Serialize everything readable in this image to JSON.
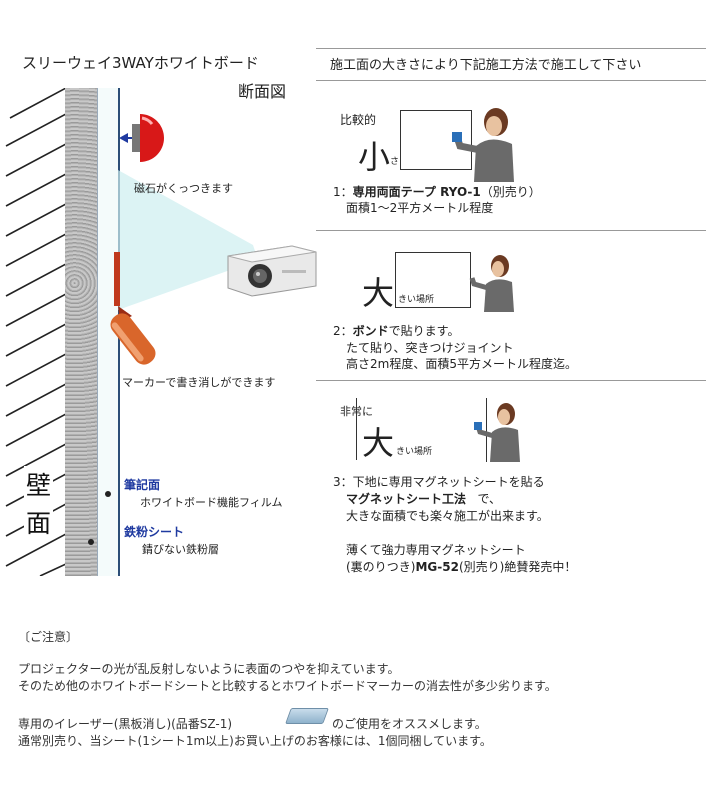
{
  "left": {
    "title": "スリーウェイ3WAYホワイトボード",
    "subtitle": "断面図",
    "magnet_label": "磁石がくっつきます",
    "marker_label": "マーカーで書き消しができます",
    "wall_char1": "壁",
    "wall_char2": "面",
    "film_title": "筆記面",
    "film_desc": "ホワイトボード機能フィルム",
    "iron_title": "鉄粉シート",
    "iron_desc": "錆びない鉄粉層"
  },
  "right": {
    "header": "施工面の大きさにより下記施工方法で施工して下さい",
    "method1": {
      "size_prefix": "比較的",
      "size_char": "小",
      "place": "さい場所",
      "line1_num": "1：",
      "line1_bold": "専用両面テープ RYO-1",
      "line1_rest": "（別売り）",
      "line2": "面積1～2平方メートル程度"
    },
    "method2": {
      "size_char": "大",
      "place": "きい場所",
      "line1_num": "2：",
      "line1_bold": "ボンド",
      "line1_rest": "で貼ります。",
      "line2": "たて貼り、突きつけジョイント",
      "line3": "高さ2m程度、面積5平方メートル程度迄。"
    },
    "method3": {
      "size_prefix": "非常に",
      "size_char": "大",
      "place": "きい場所",
      "line1": "3：下地に専用マグネットシートを貼る",
      "line2_bold": "マグネットシート工法",
      "line2_rest": "で、",
      "line3": "大きな面積でも楽々施工が出来ます。",
      "line4": "薄くて強力専用マグネットシート",
      "line5_a": "(裏のりつき)",
      "line5_bold": "MG-52",
      "line5_b": "(別売り)絶賛発売中！"
    }
  },
  "notes": {
    "heading": "〔ご注意〕",
    "line1": "プロジェクターの光が乱反射しないように表面のつやを抑えています。",
    "line2": "そのため他のホワイトボードシートと比較するとホワイトボードマーカーの消去性が多少劣ります。",
    "line3_a": "専用のイレーザー(黒板消し)(品番SZ-1)",
    "line3_b": "のご使用をオススメします。",
    "line4": "通常別売り、当シート(1シート1m以上)お買い上げのお客様には、1個同梱しています。"
  }
}
